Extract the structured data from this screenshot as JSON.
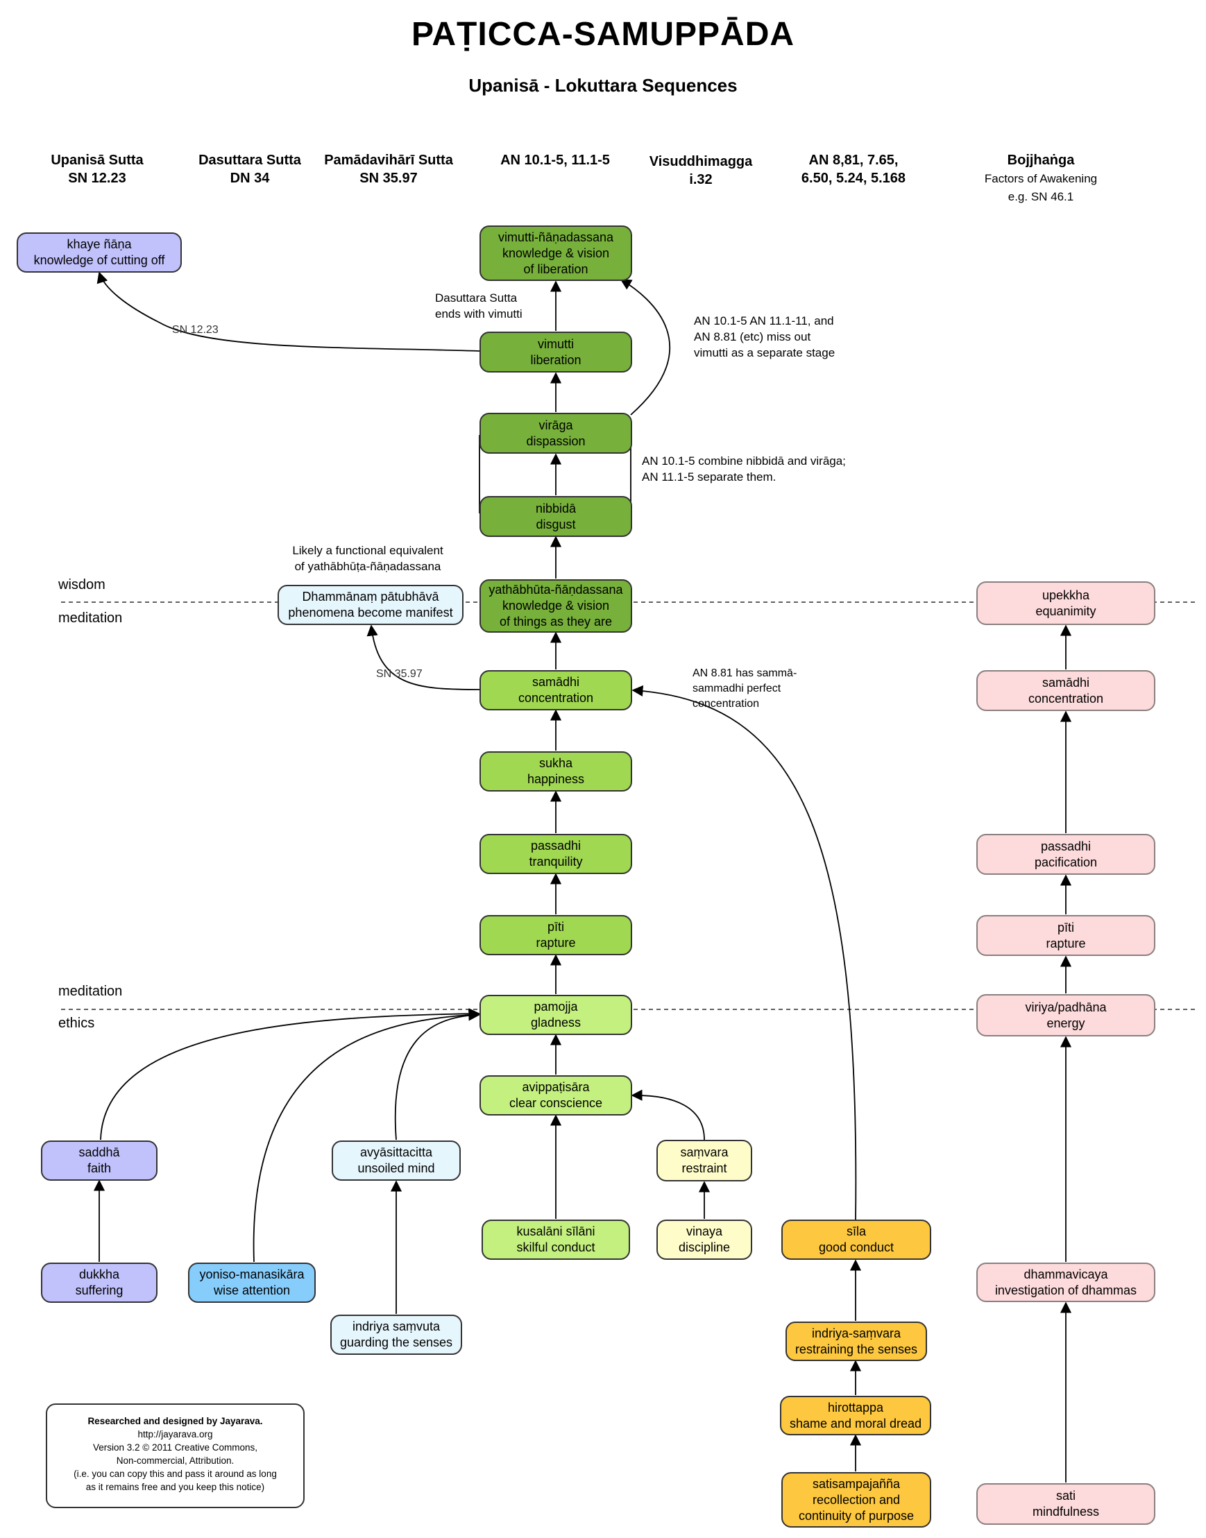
{
  "title": "PAṬICCA-SAMUPPĀDA",
  "subtitle": "Upanisā - Lokuttara Sequences",
  "columns": [
    {
      "line1": "Upanisā Sutta",
      "line2": "SN 12.23"
    },
    {
      "line1": "Dasuttara Sutta",
      "line2": "DN 34"
    },
    {
      "line1": "Pamādavihārī Sutta",
      "line2": "SN 35.97"
    },
    {
      "line1": "AN 10.1-5, 11.1-5",
      "line2": ""
    },
    {
      "line1": "Visuddhimagga",
      "line2": "i.32"
    },
    {
      "line1": "AN 8,81, 7.65,",
      "line2": "6.50, 5.24, 5.168"
    },
    {
      "line1": "Bojjhaṅga",
      "line2": "Factors of Awakening",
      "line3": "e.g. SN 46.1"
    }
  ],
  "zones": {
    "wisdom": "wisdom",
    "meditation_upper": "meditation",
    "meditation_lower": "meditation",
    "ethics": "ethics"
  },
  "nodes": {
    "khaye_nana": [
      "khaye ñāṇa",
      "knowledge of cutting off"
    ],
    "vimutti_nanadassana": [
      "vimutti-ñāṇadassana",
      "knowledge & vision",
      "of liberation"
    ],
    "vimutti": [
      "vimutti",
      "liberation"
    ],
    "viraga": [
      "virāga",
      "dispassion"
    ],
    "nibbida": [
      "nibbidā",
      "disgust"
    ],
    "yathabhuta": [
      "yathābhūta-ñāṇdassana",
      "knowledge & vision",
      "of things as they are"
    ],
    "dhammanam": [
      "Dhammānaṃ pātubhāvā",
      "phenomena become manifest"
    ],
    "samadhi": [
      "samādhi",
      "concentration"
    ],
    "sukha": [
      "sukha",
      "happiness"
    ],
    "passadhi": [
      "passadhi",
      "tranquility"
    ],
    "piti": [
      "pīti",
      "rapture"
    ],
    "pamojja": [
      "pamojja",
      "gladness"
    ],
    "avippatisara": [
      "avippaṭisāra",
      "clear conscience"
    ],
    "kusalani": [
      "kusalāni sīlāni",
      "skilful conduct"
    ],
    "samvara": [
      "saṃvara",
      "restraint"
    ],
    "vinaya": [
      "vinaya",
      "discipline"
    ],
    "saddha": [
      "saddhā",
      "faith"
    ],
    "dukkha": [
      "dukkha",
      "suffering"
    ],
    "yoniso": [
      "yoniso-manasikāra",
      "wise attention"
    ],
    "avyasittacitta": [
      "avyāsittacitta",
      "unsoiled mind"
    ],
    "indriya_samvuta": [
      "indriya saṃvuta",
      "guarding the senses"
    ],
    "sila": [
      "sīla",
      "good conduct"
    ],
    "indriya_samvara": [
      "indriya-saṃvara",
      "restraining the senses"
    ],
    "hirottappa": [
      "hirottappa",
      "shame and moral dread"
    ],
    "satisampajanna": [
      "satisampajañña",
      "recollection and",
      "continuity of purpose"
    ],
    "upekkha": [
      "upekkha",
      "equanimity"
    ],
    "b_samadhi": [
      "samādhi",
      "concentration"
    ],
    "b_passadhi": [
      "passadhi",
      "pacification"
    ],
    "b_piti": [
      "pīti",
      "rapture"
    ],
    "viriya": [
      "viriya/padhāna",
      "energy"
    ],
    "dhammavicaya": [
      "dhammavicaya",
      "investigation of dhammas"
    ],
    "sati": [
      "sati",
      "mindfulness"
    ]
  },
  "notes": {
    "dasuttara": [
      "Dasuttara Sutta",
      "ends with vimutti"
    ],
    "an1015_miss": [
      "AN 10.1-5 AN 11.1-11, and",
      "AN 8.81 (etc) miss out",
      "vimutti as a separate stage"
    ],
    "an_combine": [
      "AN 10.1-5 combine nibbidā and virāga;",
      "AN 11.1-5 separate them."
    ],
    "likely": [
      "Likely a functional equivalent",
      "of yathābhūṭa-ñāṇadassana"
    ],
    "an881": [
      "AN 8.81 has sammā-",
      "sammadhi perfect",
      "concentration"
    ]
  },
  "edge_labels": {
    "sn1223": "SN 12.23",
    "sn3597": "SN 35.97"
  },
  "credit": [
    "Researched and designed by Jayarava.",
    "http://jayarava.org",
    "Version 3.2 © 2011 Creative Commons,",
    "Non-commercial, Attribution.",
    "(i.e. you can copy this and pass it around as long",
    "as it remains free and you keep this notice)"
  ]
}
